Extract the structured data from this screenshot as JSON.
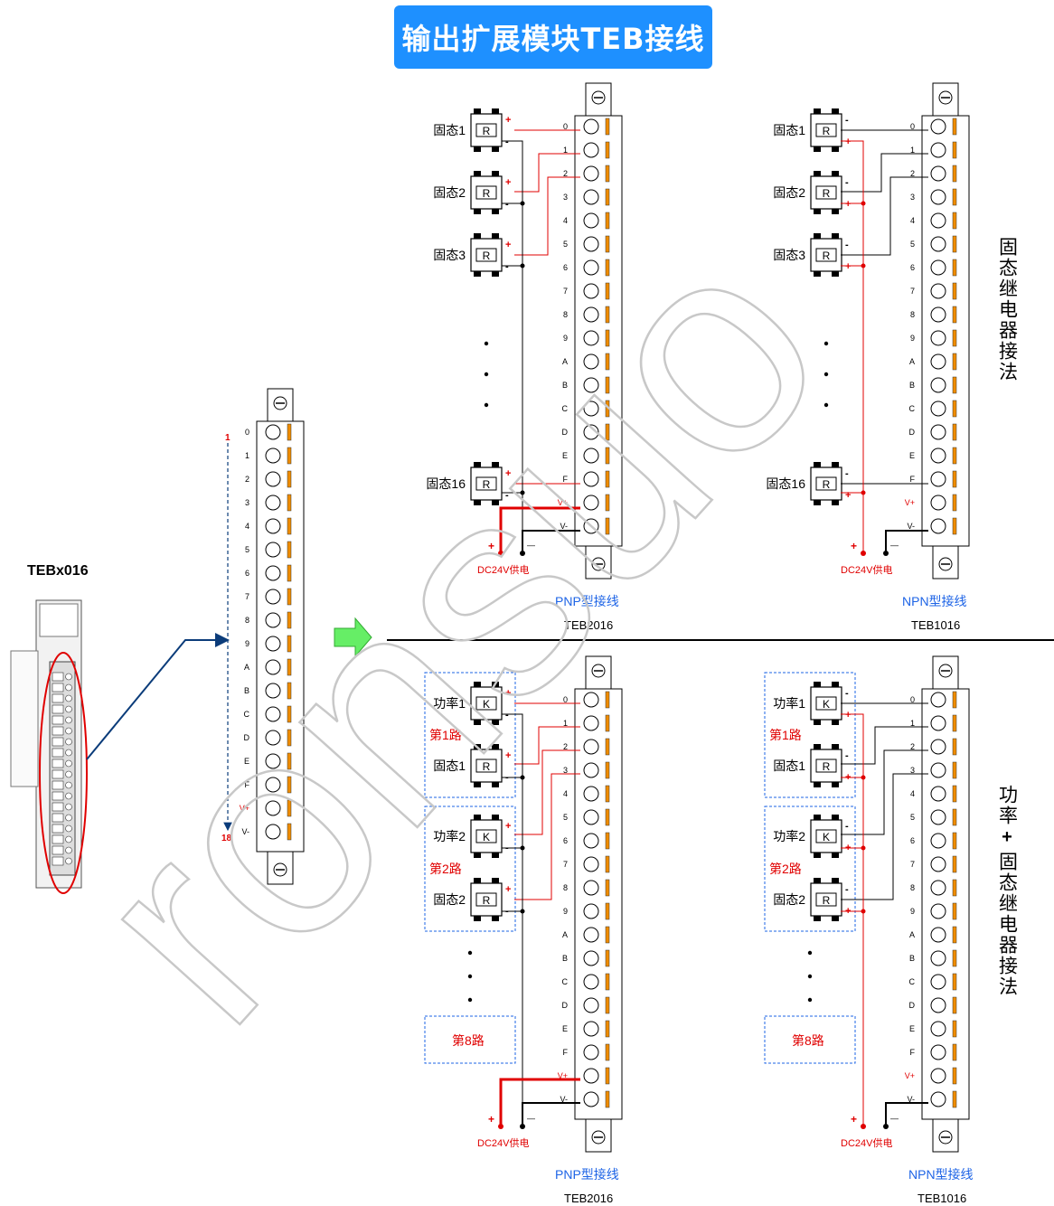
{
  "title": "输出扩展模块TEB接线",
  "module": {
    "name": "TEBx016",
    "first_index": "1",
    "last_index": "18",
    "terminals": [
      "0",
      "1",
      "2",
      "3",
      "4",
      "5",
      "6",
      "7",
      "8",
      "9",
      "A",
      "B",
      "C",
      "D",
      "E",
      "F",
      "V+",
      "V-"
    ]
  },
  "terminal_labels": [
    "0",
    "1",
    "2",
    "3",
    "4",
    "5",
    "6",
    "7",
    "8",
    "9",
    "A",
    "B",
    "C",
    "D",
    "E",
    "F",
    "V+",
    "V-"
  ],
  "ssr_section": {
    "side_caption": "固态继电器接法",
    "pnp": {
      "loads": [
        {
          "label": "固态1",
          "symbol": "R",
          "top_sign": "+",
          "bottom_sign": "-"
        },
        {
          "label": "固态2",
          "symbol": "R",
          "top_sign": "+",
          "bottom_sign": "-"
        },
        {
          "label": "固态3",
          "symbol": "R",
          "top_sign": "+",
          "bottom_sign": "-"
        },
        {
          "label": "固态16",
          "symbol": "R",
          "top_sign": "+",
          "bottom_sign": "-"
        }
      ],
      "supply_label": "DC24V供电",
      "plus": "+",
      "minus": "—",
      "type_label": "PNP型接线",
      "model": "TEB2016"
    },
    "npn": {
      "loads": [
        {
          "label": "固态1",
          "symbol": "R",
          "top_sign": "-",
          "bottom_sign": "+"
        },
        {
          "label": "固态2",
          "symbol": "R",
          "top_sign": "-",
          "bottom_sign": "+"
        },
        {
          "label": "固态3",
          "symbol": "R",
          "top_sign": "-",
          "bottom_sign": "+"
        },
        {
          "label": "固态16",
          "symbol": "R",
          "top_sign": "-",
          "bottom_sign": "+"
        }
      ],
      "supply_label": "DC24V供电",
      "plus": "+",
      "minus": "—",
      "type_label": "NPN型接线",
      "model": "TEB1016"
    }
  },
  "power_section": {
    "side_caption_1": "功率",
    "side_caption_plus": "+",
    "side_caption_2": "固态继电器接法",
    "pnp": {
      "groups": [
        {
          "route": "第1路",
          "power": {
            "label": "功率1",
            "symbol": "K"
          },
          "ssr": {
            "label": "固态1",
            "symbol": "R"
          }
        },
        {
          "route": "第2路",
          "power": {
            "label": "功率2",
            "symbol": "K"
          },
          "ssr": {
            "label": "固态2",
            "symbol": "R"
          }
        }
      ],
      "last_route": "第8路",
      "supply_label": "DC24V供电",
      "plus": "+",
      "minus": "—",
      "type_label": "PNP型接线",
      "model": "TEB2016"
    },
    "npn": {
      "groups": [
        {
          "route": "第1路",
          "power": {
            "label": "功率1",
            "symbol": "K"
          },
          "ssr": {
            "label": "固态1",
            "symbol": "R"
          }
        },
        {
          "route": "第2路",
          "power": {
            "label": "功率2",
            "symbol": "K"
          },
          "ssr": {
            "label": "固态2",
            "symbol": "R"
          }
        }
      ],
      "last_route": "第8路",
      "supply_label": "DC24V供电",
      "plus": "+",
      "minus": "—",
      "type_label": "NPN型接线",
      "model": "TEB1016"
    }
  },
  "watermark": "ronsuo",
  "colors": {
    "title_bg": "#1e90ff",
    "wire_red": "#e00000",
    "label_blue": "#1e64e6",
    "arrow_green": "#66ee66",
    "stripe": "#f08c00"
  }
}
